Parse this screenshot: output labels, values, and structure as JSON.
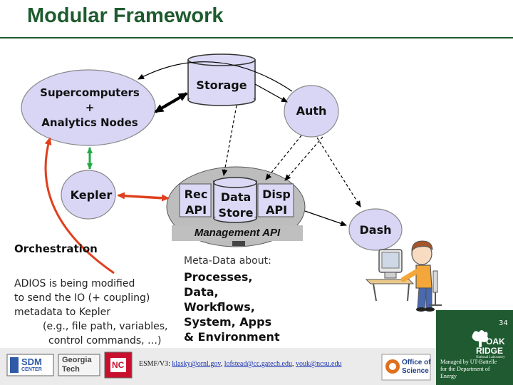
{
  "slide": {
    "title": "Modular Framework",
    "page_number": "34"
  },
  "nodes": {
    "supercomputers": [
      "Supercomputers",
      "+",
      "Analytics Nodes"
    ],
    "storage": "Storage",
    "auth": "Auth",
    "kepler": "Kepler",
    "rec_api": [
      "Rec",
      "API"
    ],
    "data_store": [
      "Data",
      "Store"
    ],
    "disp_api": [
      "Disp",
      "API"
    ],
    "management_api": "Management API",
    "dash": "Dash"
  },
  "orchestration_label": "Orchestration",
  "adios_note": {
    "lines": [
      "ADIOS is being modified",
      "to send the IO (+ coupling)",
      "metadata to Kepler",
      "(e.g., file path, variables,",
      "control commands, …)"
    ]
  },
  "metadata": {
    "heading": "Meta-Data about:",
    "items": [
      "Processes,",
      "Data,",
      "Workflows,",
      "System, Apps",
      "& Environment"
    ]
  },
  "footer": {
    "prefix": "ESMF/V3: ",
    "email1": "klasky@ornl.gov",
    "email2": "lofstead@cc.gatech.edu",
    "email3": "vouk@ncsu.edu"
  },
  "logos": {
    "sdm": "SDM",
    "sdm_sub": "CENTER",
    "gatech": [
      "Georgia",
      "Tech"
    ],
    "ncsu": "NC",
    "office": [
      "Office of",
      "Science"
    ],
    "oak_ridge": [
      "OAK",
      "RIDGE"
    ],
    "oak_ridge_sub": "National Laboratory",
    "managed_by": [
      "Managed by UT-Battelle",
      "for the Department of",
      "Energy"
    ]
  },
  "colors": {
    "title_green": "#1e5b2e",
    "ellipse_fill": "#d8d5f5",
    "arrow_red": "#e0401e",
    "arrow_green": "#22aa44",
    "hub_gray": "#bdbdbd",
    "cylinder_fill": "#dbd9f5",
    "bottom_panel": "#ebebeb",
    "right_panel": "#1f5a30"
  }
}
